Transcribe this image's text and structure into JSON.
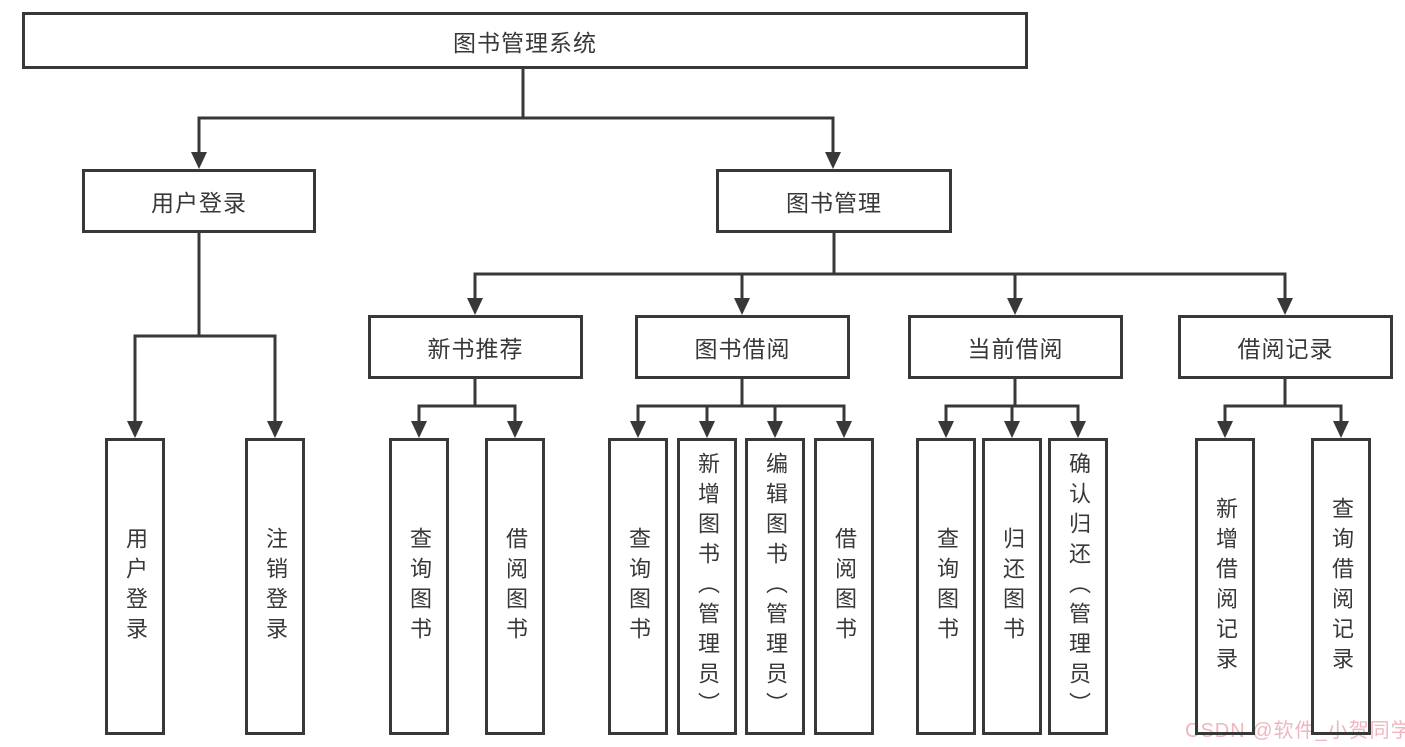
{
  "diagram": {
    "root": {
      "label": "图书管理系统"
    },
    "level1": {
      "user_login": {
        "label": "用户登录"
      },
      "book_mgmt": {
        "label": "图书管理"
      }
    },
    "level2": {
      "new_books": {
        "label": "新书推荐"
      },
      "book_borrow": {
        "label": "图书借阅"
      },
      "current_borrow": {
        "label": "当前借阅"
      },
      "borrow_records": {
        "label": "借阅记录"
      }
    },
    "leaves": {
      "user_login_leaf": "用户登录",
      "logout": "注销登录",
      "nb_query": "查询图书",
      "nb_borrow": "借阅图书",
      "bb_query": "查询图书",
      "bb_add": "新增图书（管理员）",
      "bb_edit": "编辑图书（管理员）",
      "bb_borrow": "借阅图书",
      "cb_query": "查询图书",
      "cb_return": "归还图书",
      "cb_confirm": "确认归还（管理员）",
      "br_add": "新增借阅记录",
      "br_query": "查询借阅记录"
    }
  },
  "watermark": {
    "text": "CSDN @软件_小贺同学"
  },
  "colors": {
    "line": "#383838",
    "text": "#383838",
    "watermark": "#efb6bd",
    "background": "#ffffff"
  }
}
